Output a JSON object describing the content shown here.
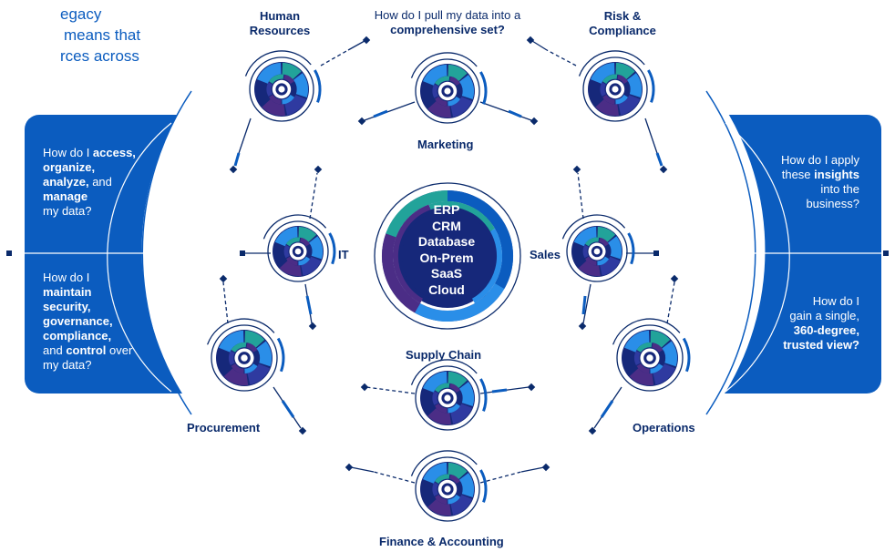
{
  "intro_lines": [
    "egacy",
    "means that",
    "rces across"
  ],
  "colors": {
    "blue": "#0b5cbf",
    "navy": "#0a2a6b",
    "dark_navy": "#16287a",
    "purple": "#4b2d86",
    "light_blue": "#2a8ee8",
    "teal": "#22a39a",
    "indigo": "#2f3aa0"
  },
  "center_hub": {
    "items": [
      "ERP",
      "CRM",
      "Database",
      "On-Prem",
      "SaaS",
      "Cloud"
    ]
  },
  "departments": {
    "human_resources": "Human Resources",
    "marketing": "Marketing",
    "risk_compliance": "Risk & Compliance",
    "it": "IT",
    "sales": "Sales",
    "procurement": "Procurement",
    "supply_chain": "Supply Chain",
    "operations": "Operations",
    "finance_accounting": "Finance & Accounting"
  },
  "top_question": {
    "line1": "How do I pull my data into a",
    "line2": "comprehensive set?"
  },
  "left_panel": {
    "q1": {
      "pre": "How do I ",
      "b1": "access,",
      "b2": "organize,",
      "b3": "analyze,",
      "mid": " and",
      "b4": "manage",
      "post": "my data?"
    },
    "q2": {
      "pre": "How do I",
      "b1": "maintain",
      "b2": "security,",
      "b3": "governance,",
      "b4": "compliance,",
      "mid1": "and ",
      "b5": "control",
      "mid2": " over",
      "post": "my data?"
    }
  },
  "right_panel": {
    "q1": {
      "l1": "How do I apply",
      "pre": "these ",
      "b1": "insights",
      "l3": "into the",
      "l4": "business?"
    },
    "q2": {
      "l1": "How do I",
      "l2": "gain a single,",
      "b1": "360-degree,",
      "b2": "trusted view?"
    }
  }
}
